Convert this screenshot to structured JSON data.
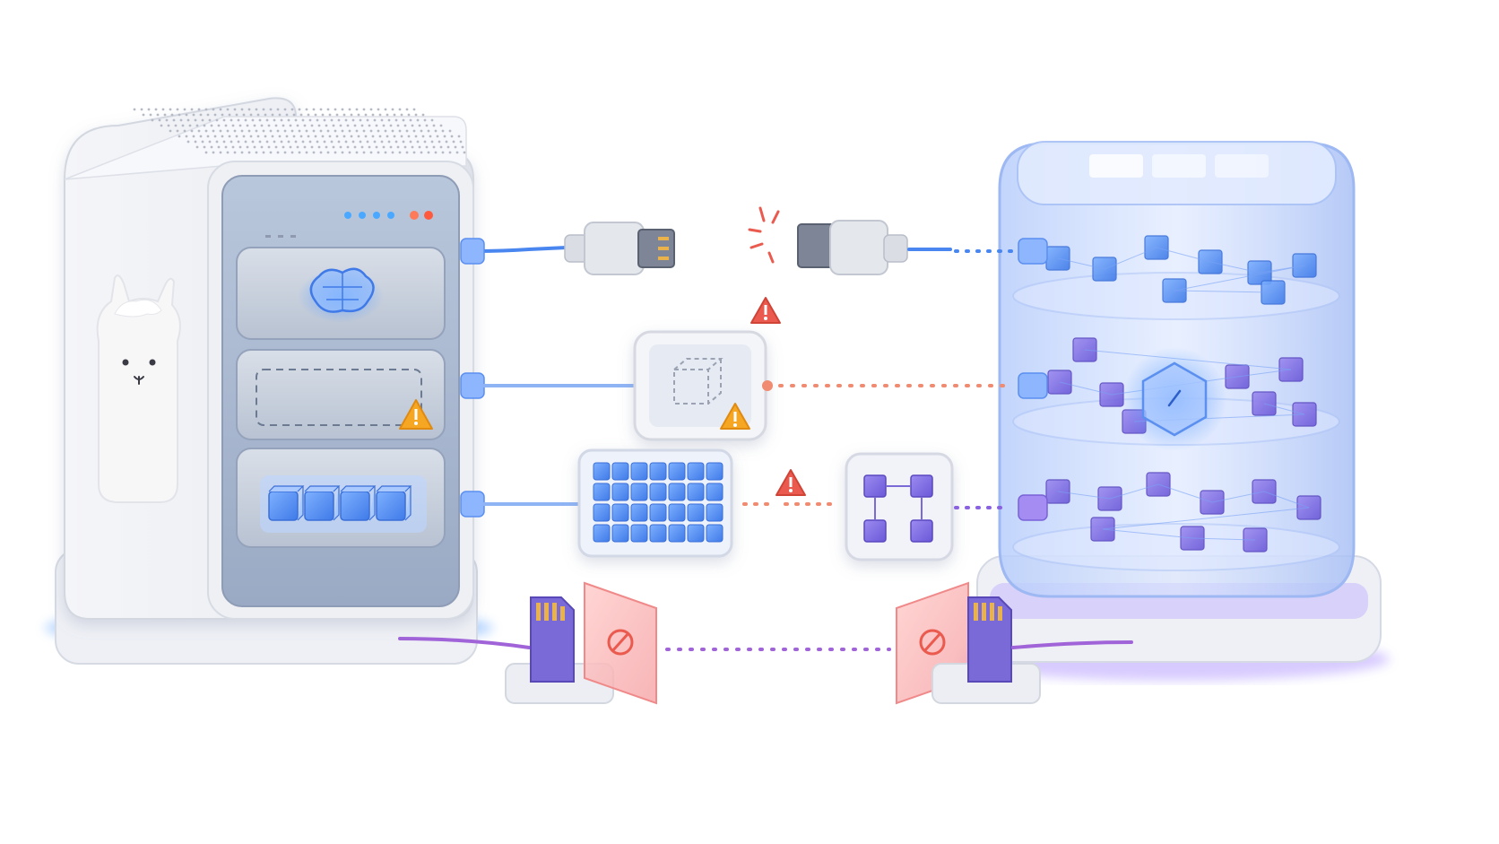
{
  "diagram": {
    "local_server": {
      "mascot_icon": "llama-icon",
      "top_panel_icon": "brain-icon",
      "middle_panel_state": "empty-slot",
      "middle_panel_icon": "warning-icon",
      "bottom_panel_icon": "cubes-icon",
      "led_colors": [
        "#4aa8ff",
        "#4aa8ff",
        "#4aa8ff",
        "#4aa8ff",
        "#ff7a59",
        "#ff5a3d"
      ]
    },
    "connections": [
      {
        "kind": "usb-cable",
        "status": "disconnected",
        "icon": "spark-icon",
        "color": "#4a86f0"
      },
      {
        "kind": "model-file",
        "status": "missing",
        "icon": "warning-icon",
        "color": "#f08a70"
      },
      {
        "kind": "tensor-grid",
        "status": "incompatible",
        "icon": "warning-icon",
        "color": "#8a62e0"
      },
      {
        "kind": "sd-card",
        "status": "blocked",
        "icon": "blocked-icon",
        "color": "#a064d8"
      }
    ],
    "cloud_store": {
      "type": "glass-database",
      "layers": 3,
      "core_icon": "hexagon-core-icon"
    },
    "colors": {
      "accent_blue": "#4a86f0",
      "accent_purple": "#8a62e0",
      "warning_red": "#ea5a4e",
      "warning_orange": "#f5a623",
      "glass": "#cfe0ff"
    }
  }
}
